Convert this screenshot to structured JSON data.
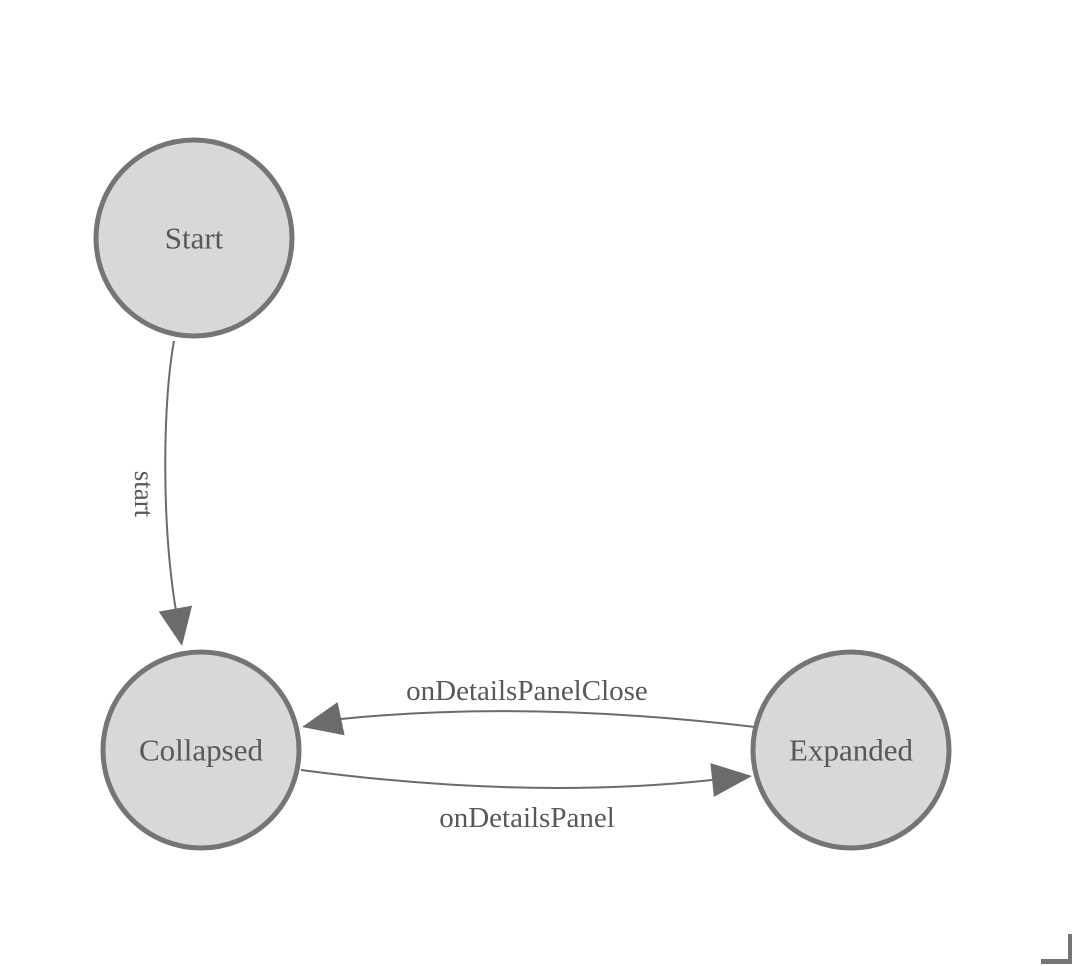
{
  "diagram": {
    "type": "state-machine",
    "background": "#ffffff",
    "colors": {
      "node_fill": "#d8d8d8",
      "node_stroke": "#757575",
      "edge": "#6b6b6b",
      "text": "#58585a"
    },
    "nodes": [
      {
        "id": "start",
        "label": "Start"
      },
      {
        "id": "collapsed",
        "label": "Collapsed"
      },
      {
        "id": "expanded",
        "label": "Expanded"
      }
    ],
    "edges": [
      {
        "from": "Start",
        "to": "Collapsed",
        "label": "start"
      },
      {
        "from": "Expanded",
        "to": "Collapsed",
        "label": "onDetailsPanelClose"
      },
      {
        "from": "Collapsed",
        "to": "Expanded",
        "label": "onDetailsPanel"
      }
    ]
  }
}
